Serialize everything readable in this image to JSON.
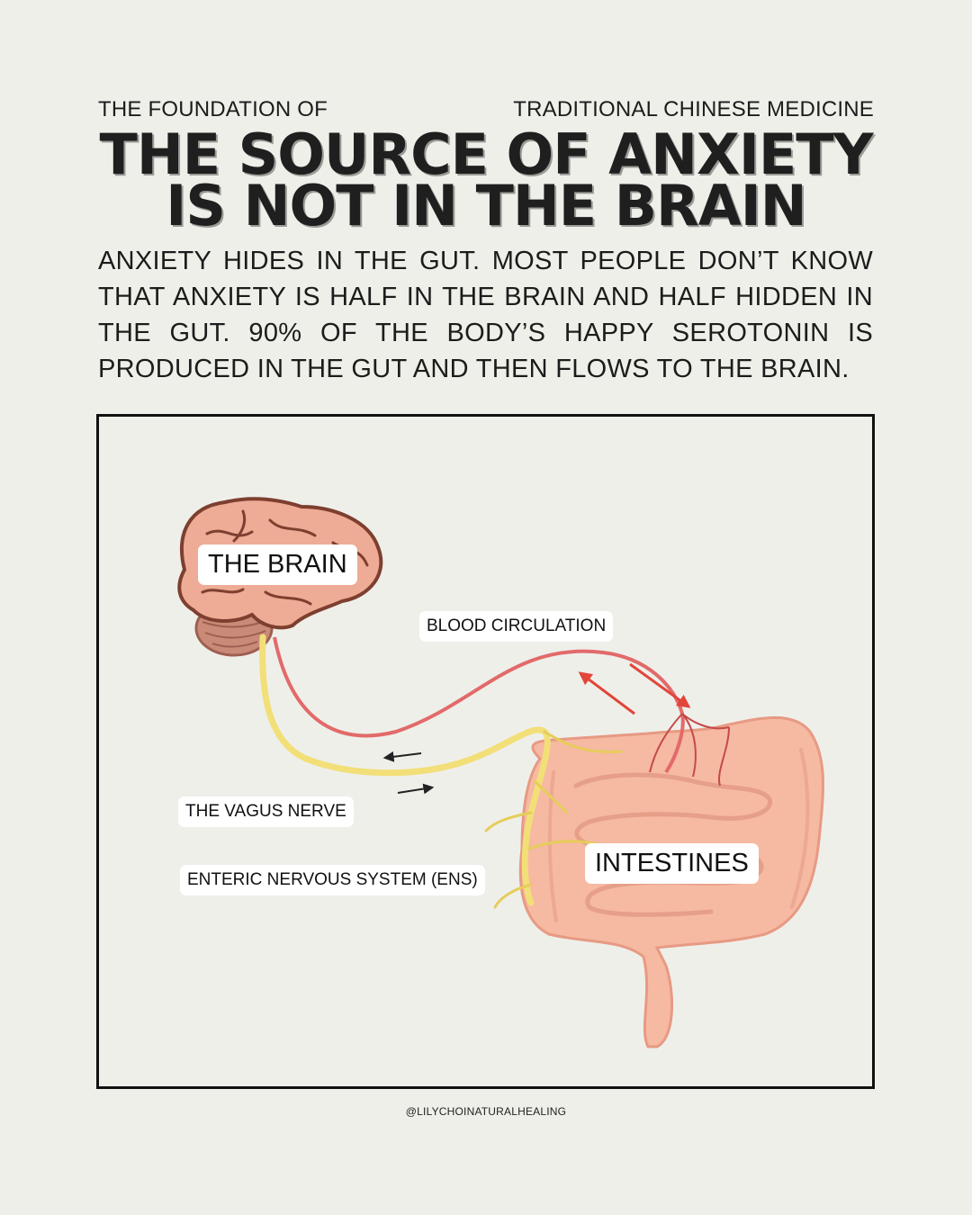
{
  "header": {
    "kicker_left": "THE FOUNDATION OF",
    "kicker_right": "TRADITIONAL CHINESE MEDICINE",
    "title_line1": "THE SOURCE OF ANXIETY",
    "title_line2": "IS NOT IN THE BRAIN"
  },
  "body": {
    "paragraph": "ANXIETY HIDES IN THE GUT. MOST PEOPLE DON’T KNOW THAT ANXIETY IS HALF IN THE BRAIN AND HALF HIDDEN IN THE GUT. 90% OF THE BODY’S HAPPY SEROTONIN IS PRODUCED IN THE GUT AND THEN FLOWS TO THE BRAIN."
  },
  "diagram": {
    "labels": {
      "brain": "THE BRAIN",
      "blood": "BLOOD CIRCULATION",
      "vagus": "THE VAGUS NERVE",
      "ens": "ENTERIC NERVOUS SYSTEM (ENS)",
      "intestines": "INTESTINES"
    },
    "colors": {
      "brain": "#eeab95",
      "cerebellum": "#c98a78",
      "vessel": "#e26a6a",
      "nerve": "#f2df78",
      "intestine": "#f6b9a2",
      "arrow_red": "#e2453a"
    }
  },
  "footer": {
    "handle": "@LILYCHOINATURALHEALING"
  }
}
